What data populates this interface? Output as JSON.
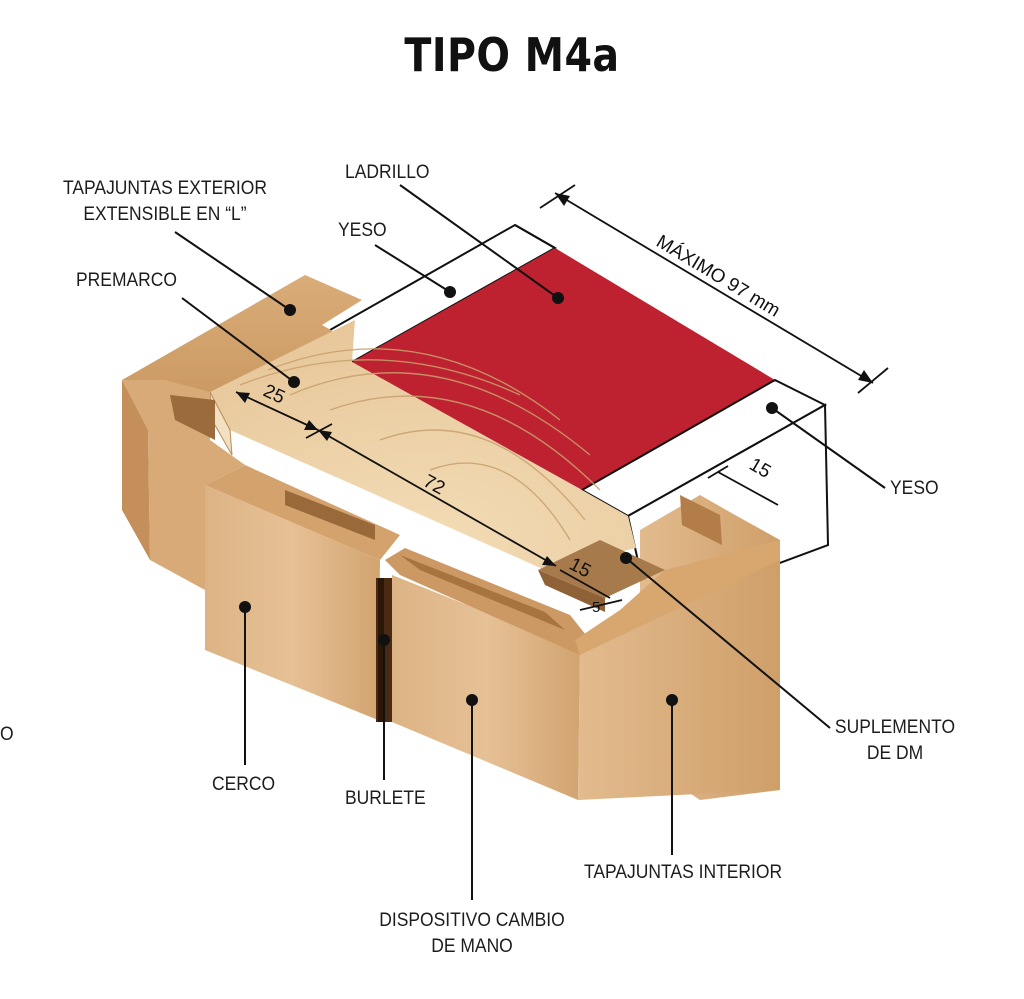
{
  "title": "TIPO M4a",
  "labels": {
    "tapajuntas_exterior": [
      "TAPAJUNTAS EXTERIOR",
      "EXTENSIBLE EN “L”"
    ],
    "ladrillo": "LADRILLO",
    "yeso_top": "YESO",
    "premarco": "PREMARCO",
    "maximo": "MÁXIMO 97 mm",
    "yeso_right": "YESO",
    "suplemento": [
      "SUPLEMENTO",
      "DE DM"
    ],
    "cerco": "CERCO",
    "burlete": "BURLETE",
    "tapajuntas_interior": "TAPAJUNTAS INTERIOR",
    "dispositivo": [
      "DISPOSITIVO CAMBIO",
      "DE MANO"
    ],
    "edge_fragment": "O"
  },
  "dimensions": {
    "d25": "25",
    "d72": "72",
    "d15_right": "15",
    "d15_bottom": "15",
    "d5": "5"
  },
  "colors": {
    "brick": "#be2230",
    "wood_light": "#e3bf92",
    "wood_mid": "#cfa06b",
    "wood_dark": "#b88556",
    "pine": "#efd6ad",
    "plaster": "#ffffff",
    "line": "#111111"
  }
}
